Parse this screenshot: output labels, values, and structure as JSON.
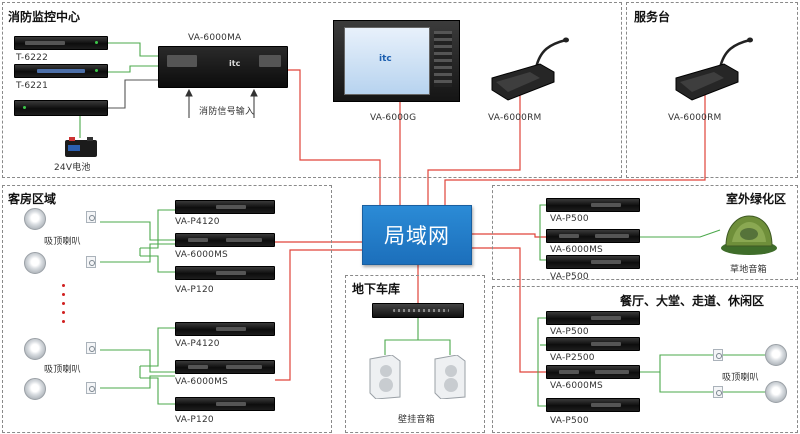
{
  "zones": {
    "fire_control": "消防监控中心",
    "service_desk": "服务台",
    "guest_rooms": "客房区域",
    "outdoor_green": "室外绿化区",
    "underground_garage": "地下车库",
    "dining_hall": "餐厅、大堂、走道、休闲区"
  },
  "central": {
    "lan_label": "局域网"
  },
  "fire_control": {
    "t6222": "T-6222",
    "t6221": "T-6221",
    "battery": "24V电池",
    "va6000ma": "VA-6000MA",
    "fire_signal": "消防信号输入",
    "va6000g": "VA-6000G",
    "va6000rm": "VA-6000RM"
  },
  "service_desk": {
    "va6000rm": "VA-6000RM"
  },
  "guest_rooms": {
    "ceiling_speaker": "吸顶喇叭",
    "upper": {
      "p4120": "VA-P4120",
      "ms": "VA-6000MS",
      "p120": "VA-P120"
    },
    "lower": {
      "p4120": "VA-P4120",
      "ms": "VA-6000MS",
      "p120": "VA-P120"
    }
  },
  "outdoor": {
    "p500_top": "VA-P500",
    "ms": "VA-6000MS",
    "p500_bottom": "VA-P500",
    "lawn_speaker": "草地音箱"
  },
  "garage": {
    "wall_speaker": "壁挂音箱"
  },
  "dining": {
    "p500_top": "VA-P500",
    "p2500": "VA-P2500",
    "ms": "VA-6000MS",
    "p500_bottom": "VA-P500",
    "ceiling_speaker": "吸顶喇叭"
  },
  "brand_logo": "itc",
  "colors": {
    "network_line": "#e0443a",
    "audio_line": "#4ba84b",
    "lan_box": "#2280cc"
  }
}
